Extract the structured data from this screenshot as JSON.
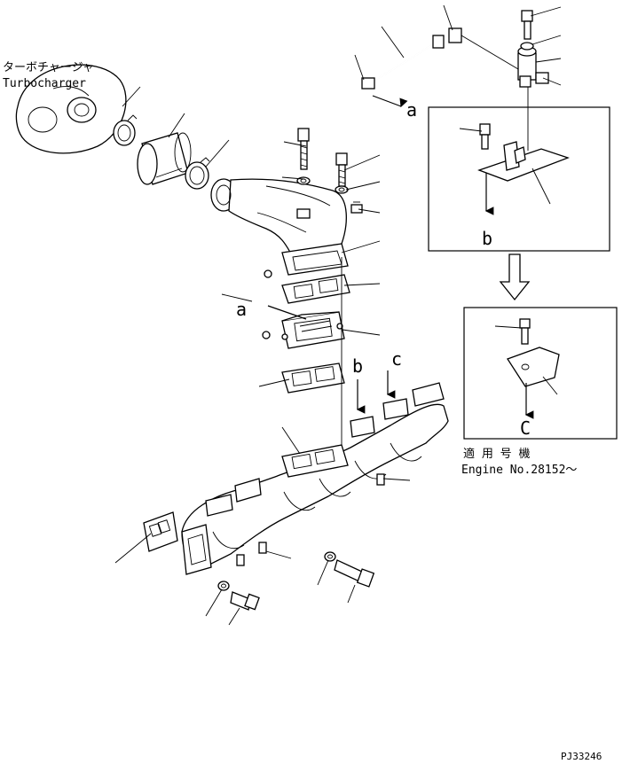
{
  "labels": {
    "turbo_jp": "ターボチャージャ",
    "turbo_en": "Turbocharger",
    "ref_a_top": "a",
    "ref_a_mid": "a",
    "ref_b_top": "b",
    "ref_b_mid": "b",
    "ref_c_mid": "c",
    "ref_c_bottom": "C",
    "applicable_jp": "適 用 号 機",
    "engine_no": "Engine No.28152～",
    "figure_code": "PJ33246"
  }
}
